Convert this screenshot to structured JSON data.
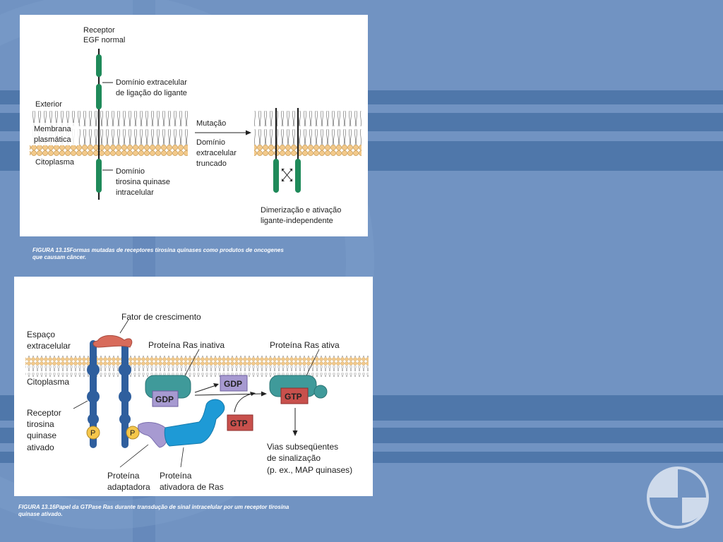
{
  "figure1": {
    "labels": {
      "receptor_line1": "Receptor",
      "receptor_line2": "EGF normal",
      "extra_domain_line1": "Domínio extracelular",
      "extra_domain_line2": "de ligação do ligante",
      "exterior": "Exterior",
      "membrane_line1": "Membrana",
      "membrane_line2": "plasmática",
      "cytoplasm": "Citoplasma",
      "tk_domain_line1": "Domínio",
      "tk_domain_line2": "tirosina quinase",
      "tk_domain_line3": "intracelular",
      "mutation": "Mutação",
      "truncated_line1": "Domínio",
      "truncated_line2": "extracelular",
      "truncated_line3": "truncado",
      "dimer_line1": "Dimerização e ativação",
      "dimer_line2": "ligante-independente"
    },
    "caption_line1": "FIGURA 13.15Formas mutadas de receptores tirosina quinases como produtos de oncogenes",
    "caption_line2": "que causam câncer."
  },
  "figure2": {
    "labels": {
      "growth_factor": "Fator de crescimento",
      "extracellular_line1": "Espaço",
      "extracellular_line2": "extracelular",
      "ras_inactive": "Proteína Ras inativa",
      "ras_active": "Proteína Ras ativa",
      "cytoplasm": "Citoplasma",
      "receptor_line1": "Receptor",
      "receptor_line2": "tirosina",
      "receptor_line3": "quinase",
      "receptor_line4": "ativado",
      "gdp_a": "GDP",
      "gdp_b": "GDP",
      "gtp_a": "GTP",
      "gtp_b": "GTP",
      "phospho_a": "P",
      "phospho_b": "P",
      "pathways_line1": "Vias subseqüentes",
      "pathways_line2": "de sinalização",
      "pathways_line3": "(p. ex., MAP quinases)",
      "adaptor_line1": "Proteína",
      "adaptor_line2": "adaptadora",
      "activator_line1": "Proteína",
      "activator_line2": "ativadora de  Ras"
    },
    "caption_line1": "FIGURA 13.16Papel da GTPase Ras durante transdução de sinal intracelular por um receptor tirosina",
    "caption_line2": "quinase ativado."
  },
  "colors": {
    "background": "#6f8fbf",
    "band": "#4f77aa",
    "membrane_head": "#f3c98a",
    "receptor_green": "#1f8a5a",
    "receptor_blue": "#2f5f9e",
    "ras_teal": "#3f9a9a",
    "gdp_purple": "#a79ad1",
    "gtp_red": "#c8504c",
    "growth_factor_red": "#d86b5b"
  }
}
